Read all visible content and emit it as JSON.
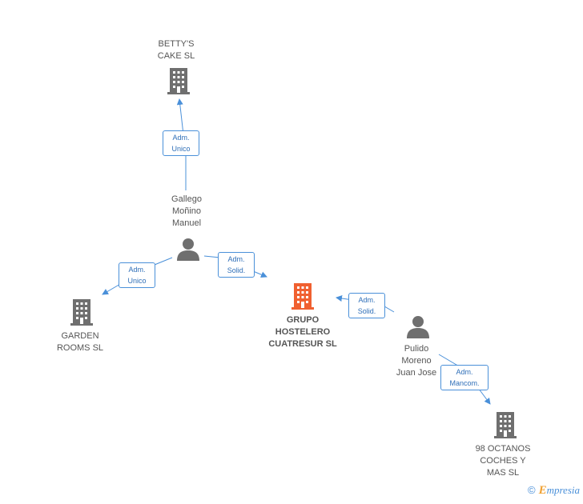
{
  "colors": {
    "building_gray": "#6f6f6f",
    "building_main": "#f06030",
    "person": "#6f6f6f",
    "edge": "#4a90d9",
    "badge_text": "#2f6fb8"
  },
  "nodes": {
    "betty": "BETTY'S\nCAKE SL",
    "gallego": "Gallego\nMoñino\nManuel",
    "garden": "GARDEN\nROOMS  SL",
    "grupo": "GRUPO\nHOSTELERO\nCUATRESUR SL",
    "pulido": "Pulido\nMoreno\nJuan Jose",
    "octanos": "98 OCTANOS\nCOCHES Y\nMAS SL"
  },
  "edges": {
    "gallego_betty": "Adm.\nUnico",
    "gallego_garden": "Adm.\nUnico",
    "gallego_grupo": "Adm.\nSolid.",
    "pulido_grupo": "Adm.\nSolid.",
    "pulido_octanos": "Adm.\nMancom."
  },
  "footer": {
    "copyright": "©",
    "brand_initial": "E",
    "brand_rest": "mpresia"
  }
}
